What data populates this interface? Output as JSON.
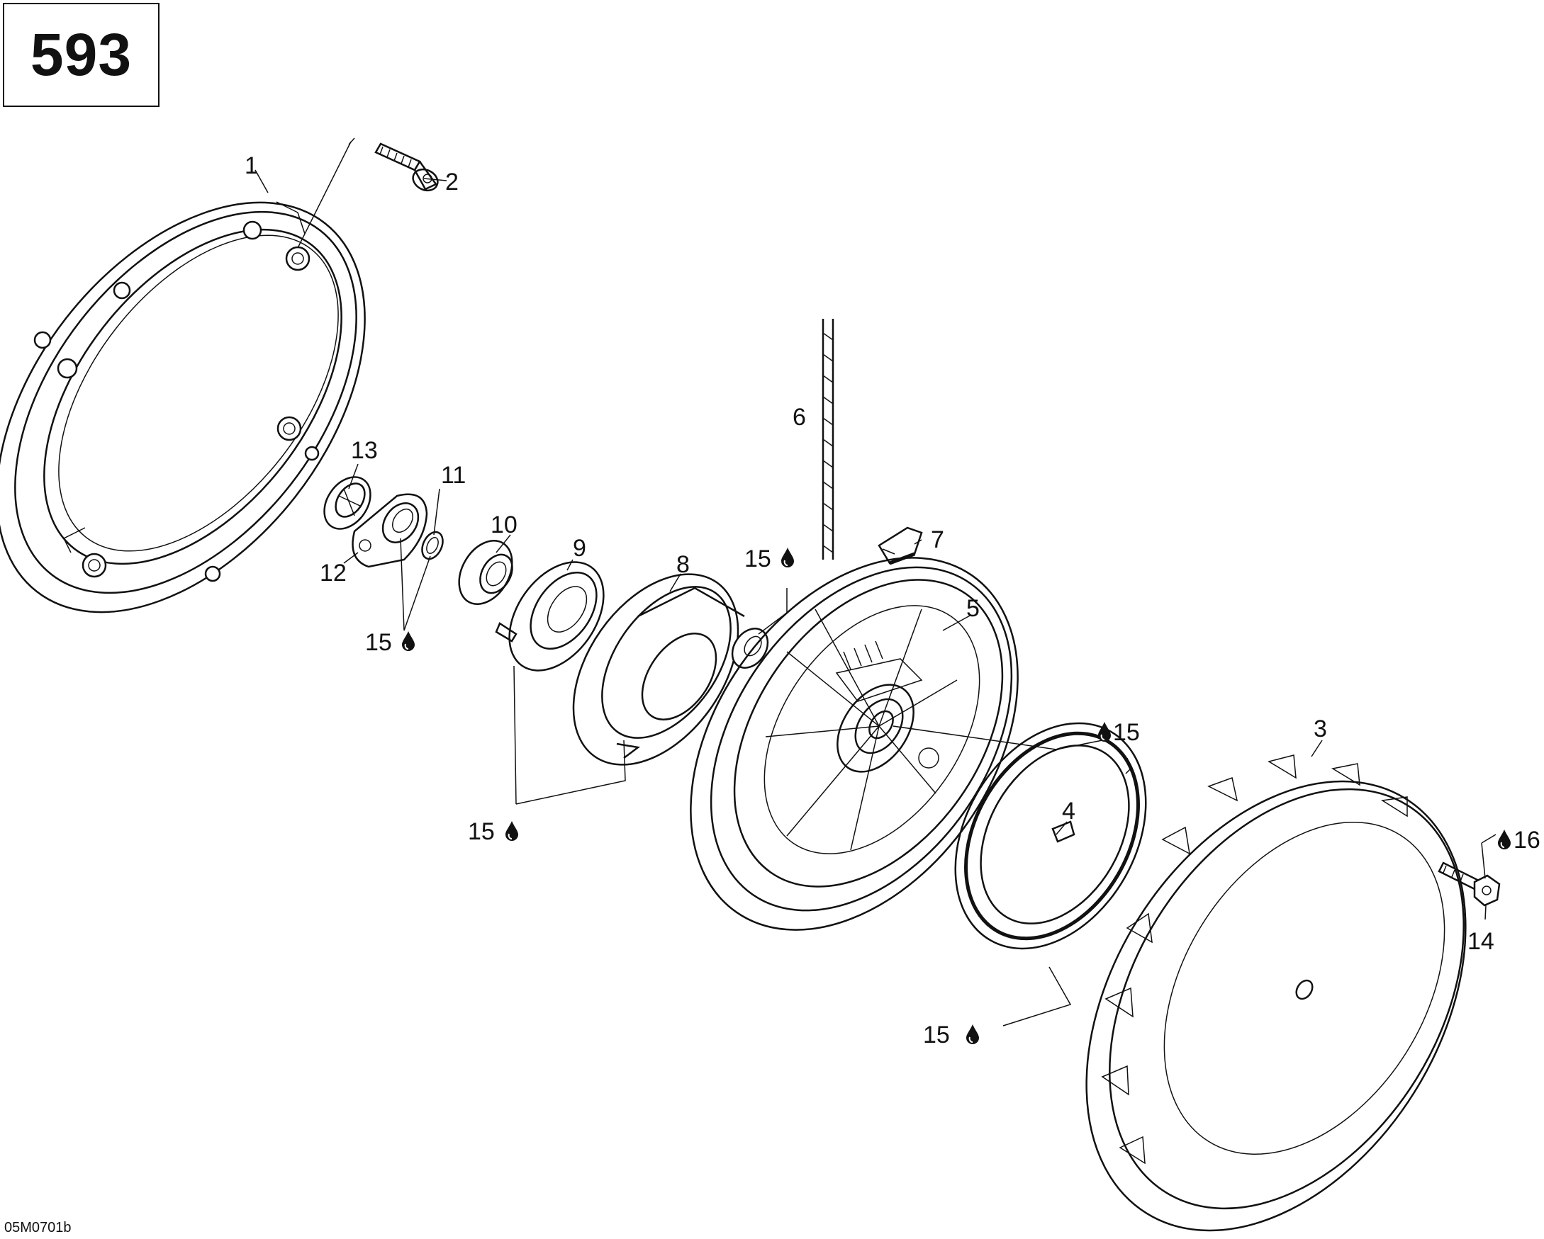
{
  "page_number": "593",
  "drawing_code": "05M0701b",
  "callouts": [
    {
      "id": "1",
      "label": "1"
    },
    {
      "id": "2",
      "label": "2"
    },
    {
      "id": "3",
      "label": "3"
    },
    {
      "id": "4",
      "label": "4"
    },
    {
      "id": "5",
      "label": "5"
    },
    {
      "id": "6",
      "label": "6"
    },
    {
      "id": "7",
      "label": "7"
    },
    {
      "id": "8",
      "label": "8"
    },
    {
      "id": "9",
      "label": "9"
    },
    {
      "id": "10",
      "label": "10"
    },
    {
      "id": "11",
      "label": "11"
    },
    {
      "id": "12",
      "label": "12"
    },
    {
      "id": "13",
      "label": "13"
    },
    {
      "id": "14",
      "label": "14"
    },
    {
      "id": "15a",
      "label": "15",
      "icon": "oil-drop-icon"
    },
    {
      "id": "15b",
      "label": "15",
      "icon": "oil-drop-icon"
    },
    {
      "id": "15c",
      "label": "15",
      "icon": "oil-drop-icon"
    },
    {
      "id": "15d",
      "label": "15",
      "icon": "oil-drop-icon"
    },
    {
      "id": "15e",
      "label": "15",
      "icon": "oil-drop-icon"
    },
    {
      "id": "16",
      "label": "16",
      "icon": "oil-drop-icon"
    }
  ]
}
